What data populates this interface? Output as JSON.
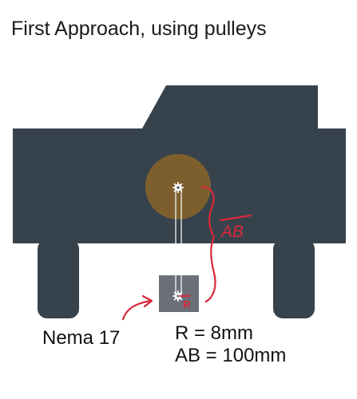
{
  "title": "First Approach, using pulleys",
  "labels": {
    "motor": "Nema 17",
    "radius": "R = 8mm",
    "distance": "AB = 100mm"
  },
  "annotations": {
    "distance_mark": "AB",
    "radius_mark": "R"
  },
  "colors": {
    "body": "#37434c",
    "pulley": "#7d5f2e",
    "motor": "#6b6f78",
    "annotation": "#d8283a"
  }
}
